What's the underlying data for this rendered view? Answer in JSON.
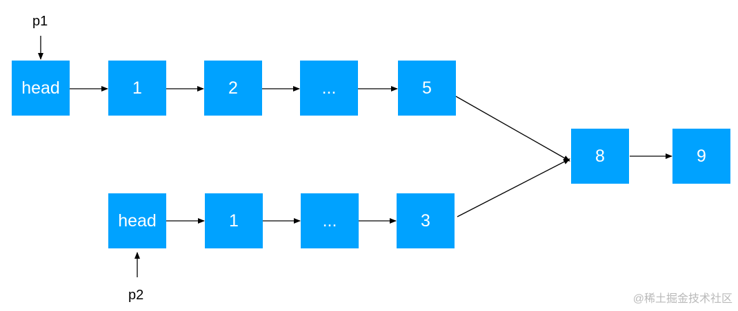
{
  "list1": {
    "pointer": "p1",
    "nodes": [
      "head",
      "1",
      "2",
      "...",
      "5"
    ]
  },
  "list2": {
    "pointer": "p2",
    "nodes": [
      "head",
      "1",
      "...",
      "3"
    ]
  },
  "shared": {
    "nodes": [
      "8",
      "9"
    ]
  },
  "watermark": "@稀土掘金技术社区",
  "colors": {
    "node_fill": "#00a2ff",
    "node_text": "#ffffff",
    "arrow": "#000000"
  }
}
